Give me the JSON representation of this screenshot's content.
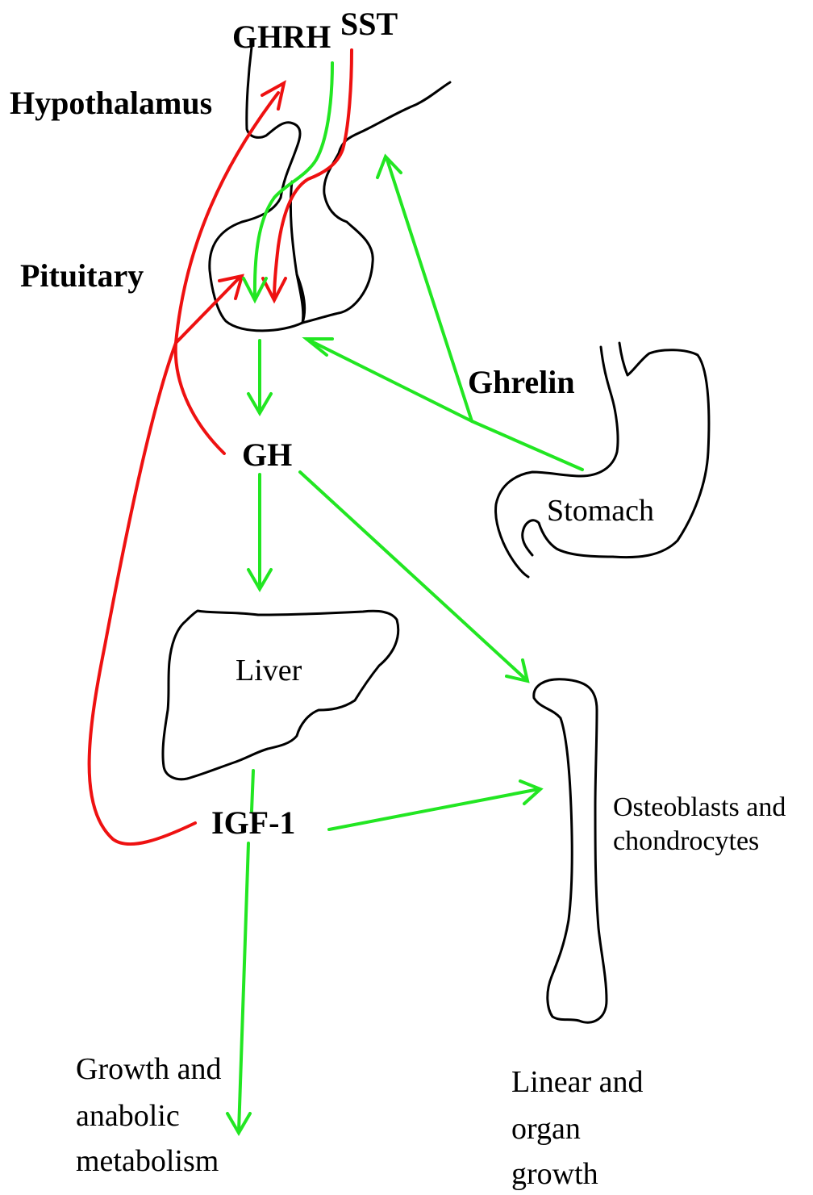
{
  "labels": {
    "ghrh": "GHRH",
    "sst": "SST",
    "hypothalamus": "Hypothalamus",
    "pituitary": "Pituitary",
    "ghrelin": "Ghrelin",
    "gh": "GH",
    "stomach": "Stomach",
    "liver": "Liver",
    "osteo_line1": "Osteoblasts and",
    "osteo_line2": "chondrocytes",
    "igf1": "IGF-1",
    "growth_line1": "Growth and",
    "growth_line2": "anabolic",
    "growth_line3": "metabolism",
    "linear_line1": "Linear and",
    "linear_line2": "organ",
    "linear_line3": "growth"
  },
  "colors": {
    "stimulation": "#22e622",
    "inhibition": "#ee1111",
    "outline": "#000000",
    "text": "#000000"
  }
}
